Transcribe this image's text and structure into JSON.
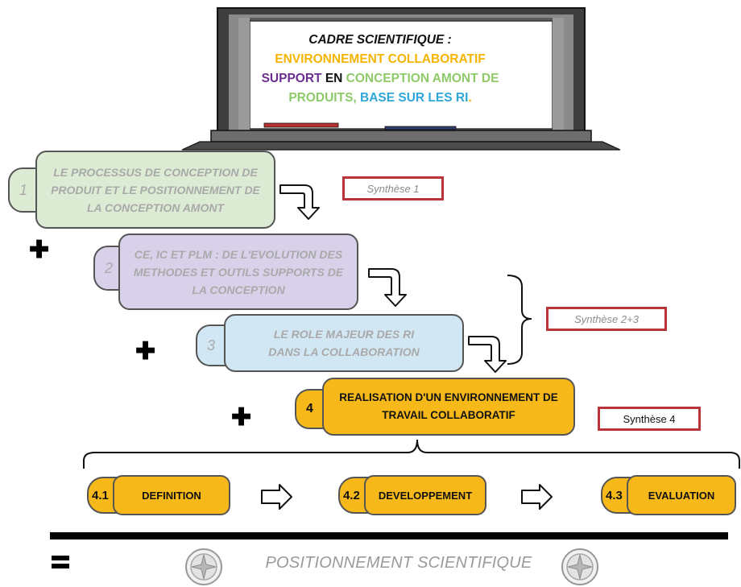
{
  "board": {
    "line1": "CADRE SCIENTIFIQUE :",
    "line2": "ENVIRONNEMENT COLLABORATIF",
    "line3_a": "SUPPORT",
    "line3_b": " EN ",
    "line3_c": "CONCEPTION AMONT DE",
    "line4_a": "PRODUITS, ",
    "line4_b": "BASE SUR LES RI",
    "line4_c": "."
  },
  "steps": [
    {
      "number": "1",
      "text": "LE PROCESSUS DE CONCEPTION DE PRODUIT ET LE POSITIONNEMENT DE LA CONCEPTION AMONT"
    },
    {
      "number": "2",
      "text": "CE, IC ET PLM : DE L'EVOLUTION DES METHODES ET OUTILS SUPPORTS DE LA CONCEPTION"
    },
    {
      "number": "3",
      "text": "LE ROLE MAJEUR DES RI DANS LA COLLABORATION"
    },
    {
      "number": "4",
      "text": "REALISATION D'UN ENVIRONNEMENT DE TRAVAIL COLLABORATIF"
    }
  ],
  "syntheses": {
    "s1": "Synthèse 1",
    "s23": "Synthèse 2+3",
    "s4": "Synthèse 4"
  },
  "substeps": [
    {
      "number": "4.1",
      "label": "DEFINITION"
    },
    {
      "number": "4.2",
      "label": "DEVELOPPEMENT"
    },
    {
      "number": "4.3",
      "label": "EVALUATION"
    }
  ],
  "footer": "POSITIONNEMENT SCIENTIFIQUE",
  "colors": {
    "green_box": "#dcebd4",
    "purple_box": "#d9d1ea",
    "blue_box": "#d2e7f4",
    "gold_box": "#f7b91a",
    "synth_border": "#b8343b"
  }
}
